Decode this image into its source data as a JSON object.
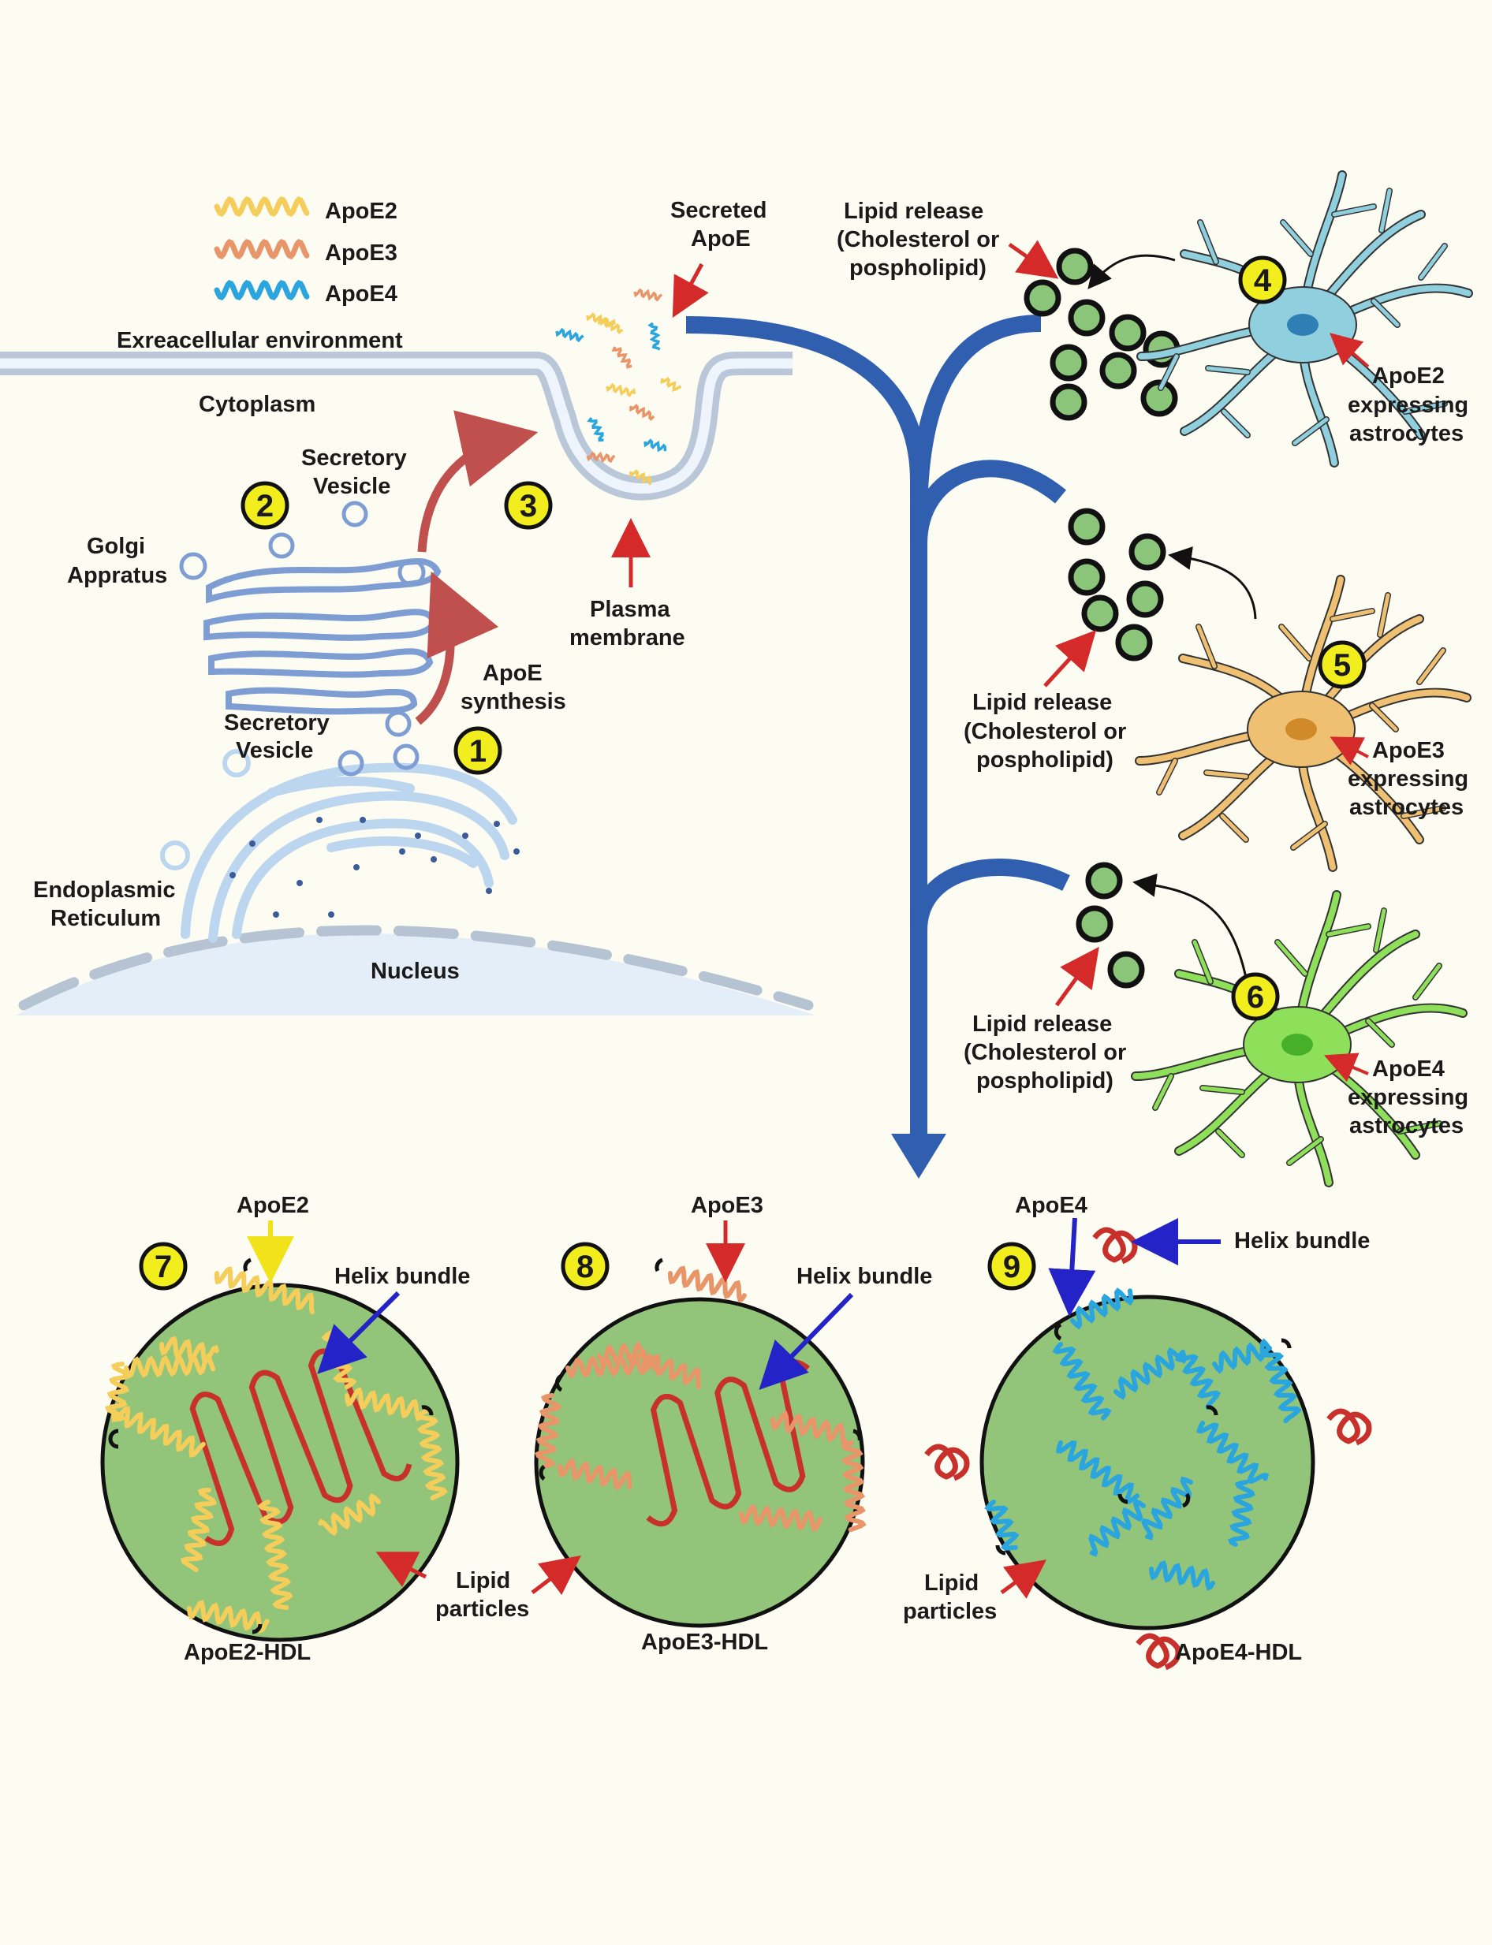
{
  "legend": [
    {
      "name": "ApoE2",
      "color": "#f5cd5a"
    },
    {
      "name": "ApoE3",
      "color": "#e8956a"
    },
    {
      "name": "ApoE4",
      "color": "#2ba5dd"
    }
  ],
  "compartments": {
    "extracellular": "Exreacellular environment",
    "cytoplasm": "Cytoplasm",
    "nucleus": "Nucleus"
  },
  "organelles": {
    "golgi": [
      "Golgi",
      "Appratus"
    ],
    "er": [
      "Endoplasmic",
      "Reticulum"
    ],
    "secretory_vesicle_top": [
      "Secretory",
      "Vesicle"
    ],
    "secretory_vesicle_bottom": [
      "Secretory",
      "Vesicle"
    ],
    "apoe_synthesis": [
      "ApoE",
      "synthesis"
    ],
    "plasma_membrane": [
      "Plasma",
      "membrane"
    ],
    "secreted_apoe": [
      "Secreted",
      "ApoE"
    ]
  },
  "lipid_release": [
    "Lipid release",
    "(Cholesterol or",
    "pospholipid)"
  ],
  "astrocytes": [
    {
      "lines": [
        "ApoE2",
        "expressing",
        "astrocytes"
      ],
      "color": "#8fcfde",
      "nucleus": "#2f7fb5"
    },
    {
      "lines": [
        "ApoE3",
        "expressing",
        "astrocytes"
      ],
      "color": "#f0c072",
      "nucleus": "#d08a2a"
    },
    {
      "lines": [
        "ApoE4",
        "expressing",
        "astrocytes"
      ],
      "color": "#8ee05a",
      "nucleus": "#46b02a"
    }
  ],
  "steps": [
    "1",
    "2",
    "3",
    "4",
    "5",
    "6",
    "7",
    "8",
    "9"
  ],
  "hdl": [
    {
      "apoe": "ApoE2",
      "name": "ApoE2-HDL"
    },
    {
      "apoe": "ApoE3",
      "name": "ApoE3-HDL"
    },
    {
      "apoe": "ApoE4",
      "name": "ApoE4-HDL"
    }
  ],
  "helix_bundle": "Helix bundle",
  "lipid_particles": [
    "Lipid",
    "particles"
  ],
  "colors": {
    "background": "#fdfcf2",
    "pathway": "#2f5fae",
    "lipid": "#8bc57a",
    "hdl_fill": "#92c47a",
    "helix_red": "#c8302c",
    "step_badge": "#f2ee1e",
    "membrane": "#b9c7d8"
  }
}
